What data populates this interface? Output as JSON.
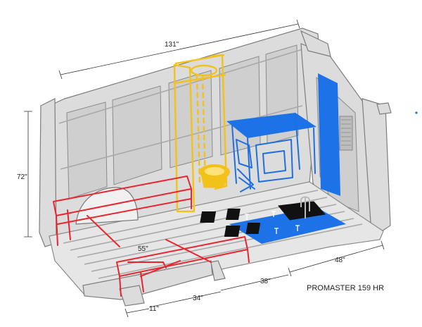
{
  "caption": "PROMASTER 159 HR",
  "dimensions": {
    "length": "131\"",
    "height": "72\"",
    "bed_length": "55\"",
    "floor_right": "48\"",
    "floor_mid": "38\"",
    "floor_left": "34\"",
    "floor_small": "11\""
  },
  "colors": {
    "shower_sketch": "#f2c21b",
    "bed_sketch": "#e8262f",
    "kitchen_sketch": "#1f6fe0",
    "van_shell": "#dcdcdc"
  }
}
